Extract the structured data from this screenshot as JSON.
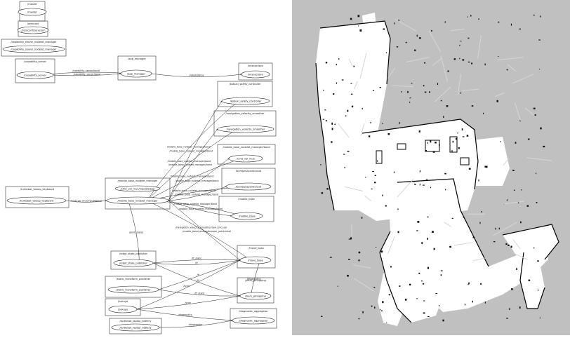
{
  "graph": {
    "namespaces": [
      {
        "id": "master",
        "label": "/master",
        "nodes": [
          "master"
        ]
      },
      {
        "id": "zeroconf",
        "label": "/zeroconf",
        "nodes": [
          "zeroconf"
        ]
      },
      {
        "id": "csnm",
        "label": "/capability_server_nodelet_manager",
        "nodes": [
          "csnm"
        ]
      },
      {
        "id": "capserver",
        "label": "/capability_server",
        "nodes": [
          "capserver"
        ]
      },
      {
        "id": "appmgr",
        "label": "/app_manager",
        "nodes": [
          "appmgr"
        ]
      },
      {
        "id": "interactions",
        "label": "/interactions",
        "nodes": [
          "interactions"
        ]
      },
      {
        "id": "kobuki_safety",
        "label": "/kobuki_safety_controller",
        "nodes": [
          "kobuki_safety"
        ]
      },
      {
        "id": "nav_vel",
        "label": "/navigation_velocity_smoother",
        "nodes": [
          "nav_vel"
        ]
      },
      {
        "id": "cmd_vel_mux",
        "label": "/mobile_base_nodelet_manager/bond",
        "nodes": [
          "cmd_vel_mux"
        ]
      },
      {
        "id": "bumper",
        "label": "/bumper2pointcloud",
        "nodes": [
          "bumper"
        ]
      },
      {
        "id": "mobile_base",
        "label": "/mobile_base",
        "nodes": [
          "mobile_base"
        ]
      },
      {
        "id": "teleop",
        "label": "/turtlebot_teleop_keyboard",
        "nodes": [
          "teleop"
        ]
      },
      {
        "id": "mbnm",
        "label": "/mobile_base_nodelet_manager",
        "nodes": [
          "cmd_vel_mux_inner",
          "mbnm"
        ]
      },
      {
        "id": "rsp",
        "label": "/robot_state_publisher",
        "nodes": [
          "rsp"
        ]
      },
      {
        "id": "move_base",
        "label": "/move_base",
        "nodes": [
          "move_base"
        ]
      },
      {
        "id": "stf",
        "label": "/static_transform_publisher",
        "nodes": [
          "stf"
        ]
      },
      {
        "id": "slam",
        "label": "/slam_gmapping",
        "nodes": [
          "slam"
        ]
      },
      {
        "id": "hokuyo",
        "label": "/hokuyo",
        "nodes": [
          "hokuyo"
        ]
      },
      {
        "id": "diag",
        "label": "/diagnostic_aggregator",
        "nodes": [
          "diag"
        ]
      },
      {
        "id": "battery",
        "label": "/turtlebot_laptop_battery",
        "nodes": [
          "battery"
        ]
      }
    ],
    "nodes": [
      {
        "id": "master",
        "label": "/master"
      },
      {
        "id": "zeroconf",
        "label": "/zeroconf/zeroconf"
      },
      {
        "id": "csnm",
        "label": "/capability_server_nodelet_manager"
      },
      {
        "id": "capserver",
        "label": "/capability_server"
      },
      {
        "id": "appmgr",
        "label": "/app_manager"
      },
      {
        "id": "interactions",
        "label": "/interactions"
      },
      {
        "id": "kobuki_safety",
        "label": "/kobuki_safety_controller"
      },
      {
        "id": "nav_vel",
        "label": "/navigation_velocity_smoother"
      },
      {
        "id": "cmd_vel_mux",
        "label": "/cmd_vel_mux"
      },
      {
        "id": "bumper",
        "label": "/bumper2pointcloud"
      },
      {
        "id": "mobile_base",
        "label": "/mobile_base"
      },
      {
        "id": "teleop",
        "label": "/turtlebot_teleop_keyboard"
      },
      {
        "id": "cmd_vel_mux_inner",
        "label": "/cmd_vel_mux/input/teleop"
      },
      {
        "id": "mbnm",
        "label": "/mobile_base_nodelet_manager"
      },
      {
        "id": "rsp",
        "label": "/robot_state_publisher"
      },
      {
        "id": "move_base",
        "label": "/move_base"
      },
      {
        "id": "stf",
        "label": "/static_transform_publisher"
      },
      {
        "id": "slam",
        "label": "/slam_gmapping"
      },
      {
        "id": "hokuyo",
        "label": "/hokuyo"
      },
      {
        "id": "diag",
        "label": "/diagnostic_aggregator"
      },
      {
        "id": "battery",
        "label": "/turtlebot_laptop_battery"
      }
    ],
    "edges": [
      {
        "from": "capserver",
        "to": "appmgr",
        "label": "/capability_server/bond"
      },
      {
        "from": "appmgr",
        "to": "capserver",
        "label": "/capability_server/bond"
      },
      {
        "from": "appmgr",
        "to": "interactions",
        "label": "/robot/status"
      },
      {
        "from": "mbnm",
        "to": "kobuki_safety",
        "label": "/mobile_base_nodelet_manager/bond"
      },
      {
        "from": "kobuki_safety",
        "to": "mbnm",
        "label": "/mobile_base_nodelet_manager/bond"
      },
      {
        "from": "mbnm",
        "to": "nav_vel",
        "label": "/mobile_base_nodelet_manager/bond"
      },
      {
        "from": "nav_vel",
        "to": "mbnm",
        "label": "/mobile_base_nodelet_manager/bond"
      },
      {
        "from": "mbnm",
        "to": "cmd_vel_mux",
        "label": "/mobile_base_nodelet_manager/bond"
      },
      {
        "from": "cmd_vel_mux",
        "to": "mbnm",
        "label": "/mobile_base_nodelet_manager/bond"
      },
      {
        "from": "mbnm",
        "to": "bumper",
        "label": "/mobile_base_nodelet_manager/bond"
      },
      {
        "from": "bumper",
        "to": "mbnm",
        "label": "/mobile_base_nodelet_manager/bond"
      },
      {
        "from": "mbnm",
        "to": "mobile_base",
        "label": "/mobile_base_nodelet_manager/bond"
      },
      {
        "from": "mobile_base",
        "to": "mbnm",
        "label": "/mobile_base_nodelet_manager/bond"
      },
      {
        "from": "teleop",
        "to": "mbnm",
        "label": "/cmd_vel_mux/input/teleop"
      },
      {
        "from": "mbnm",
        "to": "move_base",
        "label": "/mobile_base/sensors/bumper_pointcloud"
      },
      {
        "from": "move_base",
        "to": "mbnm",
        "label": "/navigation_velocity_smoother/raw_cmd_vel"
      },
      {
        "from": "mbnm",
        "to": "rsp",
        "label": "/joint_states"
      },
      {
        "from": "rsp",
        "to": "move_base",
        "label": "/tf"
      },
      {
        "from": "rsp",
        "to": "move_base",
        "label": "/tf_static"
      },
      {
        "from": "rsp",
        "to": "slam",
        "label": "/tf"
      },
      {
        "from": "stf",
        "to": "move_base",
        "label": "/tf"
      },
      {
        "from": "stf",
        "to": "slam",
        "label": "/tf_static"
      },
      {
        "from": "hokuyo",
        "to": "move_base",
        "label": "/scan"
      },
      {
        "from": "hokuyo",
        "to": "slam",
        "label": "/scan"
      },
      {
        "from": "slam",
        "to": "move_base",
        "label": "/diagnostics"
      },
      {
        "from": "hokuyo",
        "to": "diag",
        "label": "/diagnostics"
      },
      {
        "from": "battery",
        "to": "diag",
        "label": "/diagnostics"
      }
    ]
  },
  "map": {
    "description_free_color": "#ffffff",
    "unknown_color": "#c0c0c0",
    "obstacle_color": "#000000"
  }
}
